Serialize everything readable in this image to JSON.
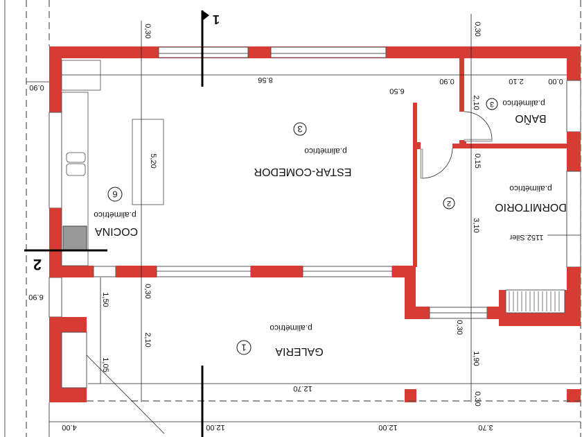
{
  "rooms": {
    "estar": {
      "name": "ESTAR-COMEDOR",
      "floor": "p.alimétrico",
      "number": "3"
    },
    "bano": {
      "name": "BAÑO",
      "floor": "p.alimétrico",
      "number": "3"
    },
    "dormitorio": {
      "name": "DORMITORIO",
      "floor": "p.alimétrico",
      "number": "2"
    },
    "cocina": {
      "name": "COCINA",
      "floor": "p.alimétrico",
      "number": "6"
    },
    "galeria": {
      "name": "GALERIA",
      "floor": "p.alimétrico",
      "number": "1"
    }
  },
  "sections": {
    "s1": "1",
    "s2": "2"
  },
  "dimensions": {
    "top_left_030": "0,30",
    "island_520": "5,20",
    "mid_left_030": "0,30",
    "mid_left_210": "2,10",
    "left_090": "0.90",
    "h_856": "8.56",
    "h_650": "6.50",
    "h_090": "0.90",
    "h_210": "2.10",
    "h_000": "0.00",
    "top_right_030": "0,30",
    "v_210": "2,10",
    "v_015": "0,15",
    "v_310": "3,10",
    "v_030b": "0,30",
    "v_190": "1,90",
    "v_030c": "0,30",
    "level": "1152.Siler",
    "g_150": "1,50",
    "g_105": "1,05",
    "g_1270": "12.70",
    "g_690": "6.90",
    "b_400": "4.00",
    "b_1200a": "12.00",
    "b_1200b": "12.00",
    "b_370": "3.70"
  },
  "colors": {
    "wall": "#d63c34"
  }
}
